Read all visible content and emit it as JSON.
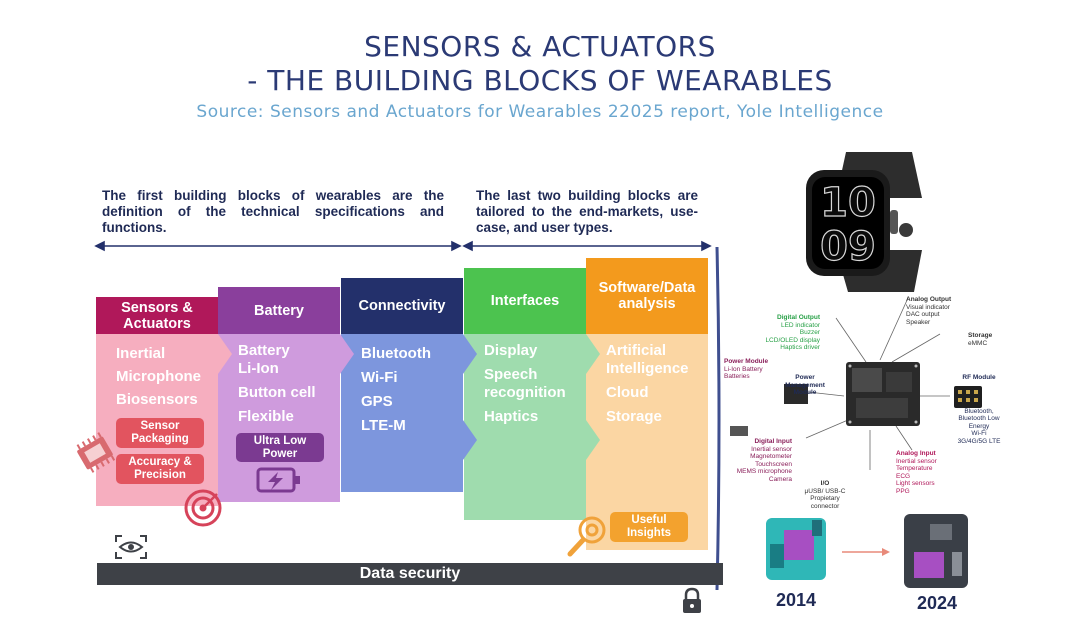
{
  "header": {
    "title_line1": "SENSORS & ACTUATORS",
    "title_line2": "- THE BUILDING BLOCKS OF WEARABLES",
    "source": "Source: Sensors and Actuators for Wearables 22025 report, Yole Intelligence"
  },
  "intro": {
    "left": "The first building blocks of wearables are the definition of the technical specifications and functions.",
    "right": "The last two building blocks are tailored to the end-markets, use-case, and user types."
  },
  "colors": {
    "sensors": "#b0185a",
    "battery": "#8a3f9c",
    "connectivity": "#23306b",
    "interfaces": "#4cc34f",
    "software": "#f39a1d",
    "security_bar": "#3e4147"
  },
  "blocks": [
    {
      "header": "Sensors & Actuators",
      "items": [
        "Inertial",
        "Microphone",
        "Biosensors"
      ],
      "icon": "ic-chip-icon"
    },
    {
      "header": "Battery",
      "items": [
        "Battery",
        "Li-Ion",
        "Button cell",
        "Flexible"
      ],
      "icon": "battery-charging-icon"
    },
    {
      "header": "Connectivity",
      "items": [
        "Bluetooth",
        "Wi-Fi",
        "GPS",
        "LTE-M"
      ],
      "icon": ""
    },
    {
      "header": "Interfaces",
      "items": [
        "Display",
        "Speech",
        "recognition",
        "Haptics"
      ],
      "icon": ""
    },
    {
      "header": "Software/Data analysis",
      "items": [
        "Artificial",
        "Intelligence",
        "Cloud",
        "Storage"
      ],
      "icon": "magnifier-gear-icon"
    }
  ],
  "pills": {
    "sensor_packaging": "Sensor Packaging",
    "accuracy_precision": "Accuracy & Precision",
    "ultra_low_power": "Ultra Low Power",
    "useful_insights": "Useful Insights"
  },
  "security": {
    "label": "Data security"
  },
  "watch": {
    "time_top": "10",
    "time_bottom": "09"
  },
  "module_labels": {
    "digital_output": {
      "title": "Digital Output",
      "lines": [
        "LED indicator",
        "Buzzer",
        "LCD/OLED display",
        "Haptics driver"
      ]
    },
    "analog_output": {
      "title": "Analog Output",
      "lines": [
        "Visual indicator",
        "DAC output",
        "Speaker"
      ]
    },
    "storage": {
      "title": "Storage",
      "lines": [
        "eMMC"
      ]
    },
    "power_module": {
      "title": "Power Module",
      "lines": [
        "Li-Ion Battery",
        "Batteries"
      ]
    },
    "pmm": {
      "title": "Power Management Module",
      "lines": []
    },
    "rf_module": {
      "title": "RF Module",
      "lines": [
        "Bluetooth,",
        "Bluetooth Low Energy",
        "Wi-Fi",
        "3G/4G/5G LTE"
      ]
    },
    "digital_input": {
      "title": "Digital Input",
      "lines": [
        "Inertial sensor",
        "Magnetometer",
        "Touchscreen",
        "MEMS microphone",
        "Camera"
      ]
    },
    "analog_input": {
      "title": "Analog Input",
      "lines": [
        "Inertial sensor",
        "Temperature",
        "ECG",
        "Light sensors",
        "PPG"
      ]
    },
    "io": {
      "title": "I/O",
      "lines": [
        "μUSB/ USB-C",
        "Propietary",
        "connector"
      ]
    }
  },
  "years": {
    "from": "2014",
    "to": "2024"
  }
}
